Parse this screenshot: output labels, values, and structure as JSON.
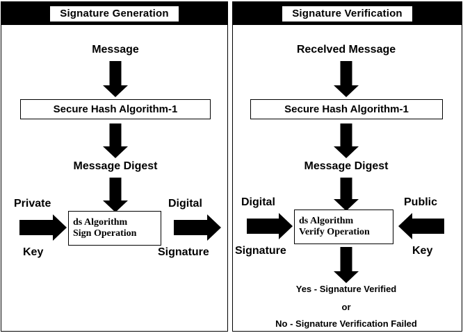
{
  "figure": {
    "type": "flow-diagram",
    "background": "#ffffff",
    "ink": "#000000"
  },
  "left_panel": {
    "title": "Signature Generation",
    "nodes": {
      "input_label": "Message",
      "hash_box": "Secure Hash Algorithm-1",
      "digest_label": "Message Digest",
      "algorithm_box_line1": "ds Algorithm",
      "algorithm_box_line2": "Sign Operation",
      "key_label_top": "Private",
      "key_label_bottom": "Key",
      "output_label_top": "Digital",
      "output_label_bottom": "Signature"
    },
    "arrows": {
      "message_to_hash": "arrow-down-icon",
      "hash_to_digest": "arrow-down-icon",
      "digest_to_algorithm": "arrow-down-icon",
      "key_into_algorithm": "arrow-right-icon",
      "algorithm_to_signature": "arrow-right-icon"
    }
  },
  "right_panel": {
    "title": "Signature Verification",
    "nodes": {
      "input_label": "Recelved Message",
      "hash_box": "Secure Hash Algorithm-1",
      "digest_label": "Message Digest",
      "algorithm_box_line1": "ds Algorithm",
      "algorithm_box_line2": "Verify Operation",
      "signature_label_top": "Digital",
      "signature_label_bottom": "Signature",
      "key_label_top": "Public",
      "key_label_bottom": "Key",
      "result_line1": "Yes - Signature Verified",
      "result_line2": "or",
      "result_line3": "No - Signature Verification Failed"
    },
    "arrows": {
      "message_to_hash": "arrow-down-icon",
      "hash_to_digest": "arrow-down-icon",
      "digest_to_algorithm": "arrow-down-icon",
      "signature_into_algorithm": "arrow-right-icon",
      "key_into_algorithm": "arrow-left-icon",
      "algorithm_to_result": "arrow-down-icon"
    }
  }
}
